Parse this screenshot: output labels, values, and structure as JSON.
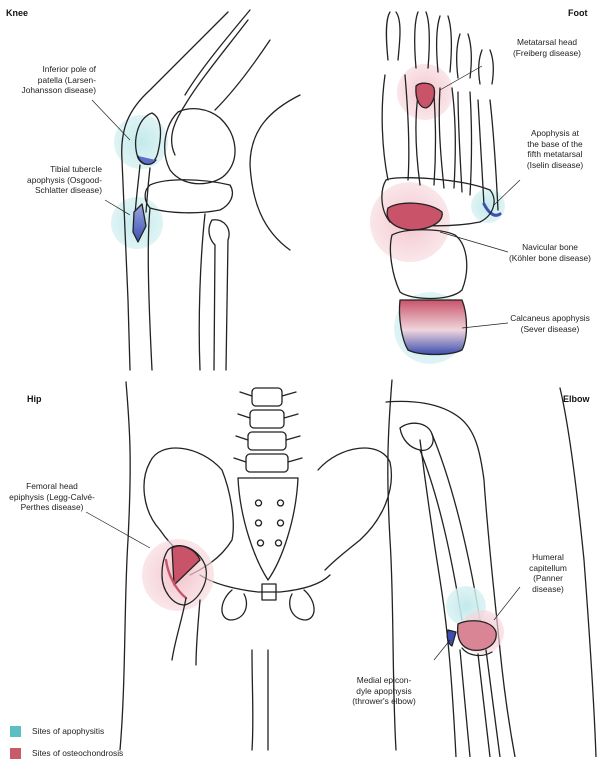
{
  "panels": {
    "knee": "Knee",
    "foot": "Foot",
    "hip": "Hip",
    "elbow": "Elbow"
  },
  "labels": {
    "patella_pole": "Inferior pole of\npatella (Larsen-\nJohansson disease)",
    "tibial_tubercle": "Tibial tubercle\napophysis (Osgood-\nSchlatter disease)",
    "metatarsal_head": "Metatarsal head\n(Freiberg disease)",
    "fifth_metatarsal": "Apophysis at\nthe base of the\nfifth metatarsal\n(Iselin disease)",
    "navicular": "Navicular bone\n(Köhler bone disease)",
    "calcaneus": "Calcaneus apophysis\n(Sever disease)",
    "femoral_head": "Femoral head\nepiphysis (Legg-Calvé-\nPerthes disease)",
    "capitellum": "Humeral\ncapitellum\n(Panner\ndisease)",
    "medial_epicondyle": "Medial epicon-\ndyle apophysis\n(thrower's elbow)"
  },
  "legend": {
    "apophysitis": {
      "label": "Sites of apophysitis",
      "color": "#5bbfc4"
    },
    "osteochondrosis": {
      "label": "Sites of osteochondrosis",
      "color": "#c85a6a"
    }
  },
  "colors": {
    "apophysitis_halo": "#cdeef0",
    "osteochondrosis_halo": "#f4d0d6",
    "blue_site": "#3c4fb0",
    "red_site": "#c9546a",
    "outline": "#222222"
  }
}
